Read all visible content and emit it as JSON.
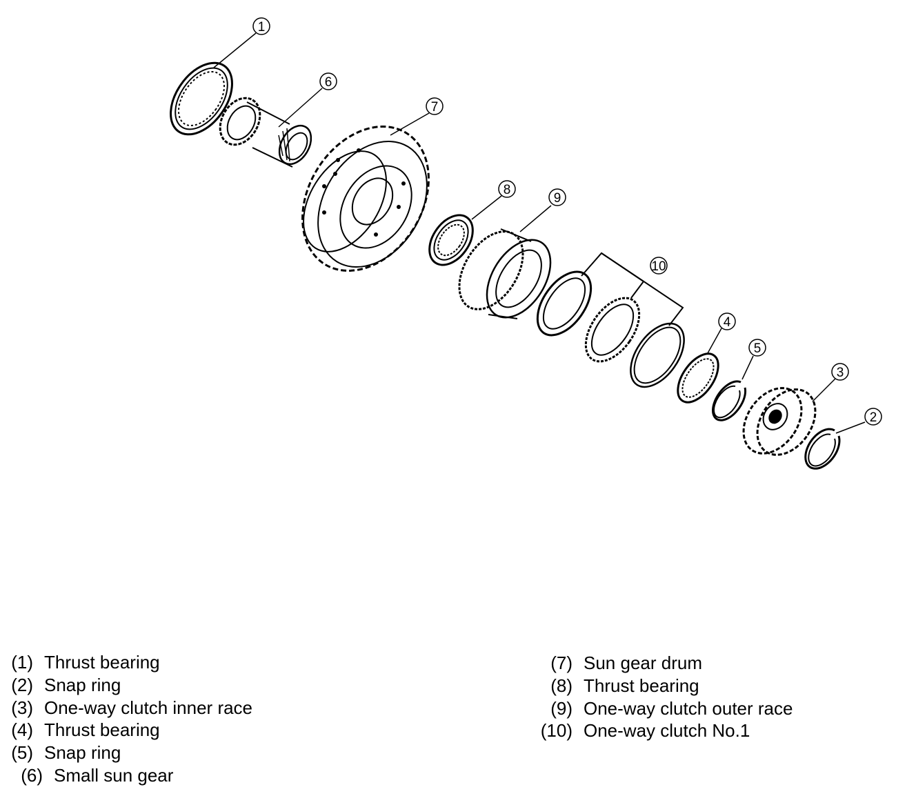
{
  "colors": {
    "ink": "#000000",
    "paper": "#ffffff"
  },
  "callouts": [
    {
      "id": "1",
      "label": "1"
    },
    {
      "id": "2",
      "label": "2"
    },
    {
      "id": "3",
      "label": "3"
    },
    {
      "id": "4",
      "label": "4"
    },
    {
      "id": "5",
      "label": "5"
    },
    {
      "id": "6",
      "label": "6"
    },
    {
      "id": "7",
      "label": "7"
    },
    {
      "id": "8",
      "label": "8"
    },
    {
      "id": "9",
      "label": "9"
    },
    {
      "id": "10",
      "label": "10"
    }
  ],
  "legend": {
    "left": [
      {
        "num": "(1)",
        "label": "Thrust bearing"
      },
      {
        "num": "(2)",
        "label": "Snap ring"
      },
      {
        "num": "(3)",
        "label": "One-way clutch inner race"
      },
      {
        "num": "(4)",
        "label": "Thrust bearing"
      },
      {
        "num": "(5)",
        "label": "Snap ring"
      },
      {
        "num": "(6)",
        "label": "Small sun gear"
      }
    ],
    "right": [
      {
        "num": "(7)",
        "label": "Sun gear drum"
      },
      {
        "num": "(8)",
        "label": "Thrust bearing"
      },
      {
        "num": "(9)",
        "label": "One-way clutch outer race"
      },
      {
        "num": "(10)",
        "label": "One-way clutch No.1"
      }
    ]
  }
}
